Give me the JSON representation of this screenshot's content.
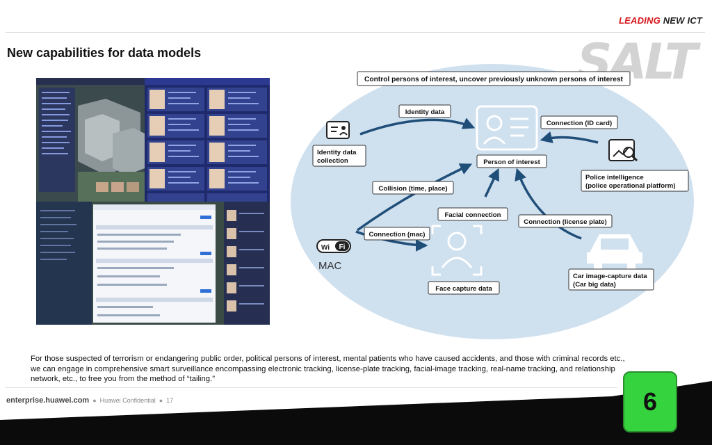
{
  "header": {
    "brand_lead": "LEADING",
    "brand_rest": "NEW ICT",
    "watermark": "SALT",
    "title": "New capabilities for data models"
  },
  "diagram": {
    "top_caption": "Control persons of interest, uncover previously unknown persons of interest",
    "center": "Person of interest",
    "labels": {
      "identity_data": "Identity data",
      "identity_collection_1": "Identity data",
      "identity_collection_2": "collection",
      "connection_id": "Connection (ID card)",
      "police_1": "Police intelligence",
      "police_2": "(police operational platform)",
      "collision": "Collision (time, place)",
      "facial_connection": "Facial connection",
      "connection_plate": "Connection (license plate)",
      "connection_mac": "Connection (mac)",
      "wifi_wi": "Wi",
      "wifi_fi": "Fi",
      "mac": "MAC",
      "face_capture": "Face capture data",
      "car_1": "Car image-capture data",
      "car_2": "(Car big data)"
    }
  },
  "body": {
    "text": "For those suspected of terrorism or endangering public order, political persons of interest, mental patients who have caused accidents, and those with criminal records etc., we can engage in comprehensive smart surveillance encompassing electronic tracking, license-plate tracking, facial-image tracking, real-name tracking, and relationship network, etc., to free you from the method of “tailing.”"
  },
  "footer": {
    "domain": "enterprise.huawei.com",
    "confidential": "Huawei Confidential",
    "page": "17"
  },
  "badge": "6",
  "colors": {
    "brand_red": "#d7141a",
    "ellipse": "#cfe0ef",
    "arrow": "#1f4e79",
    "badge_green": "#35d43e"
  }
}
